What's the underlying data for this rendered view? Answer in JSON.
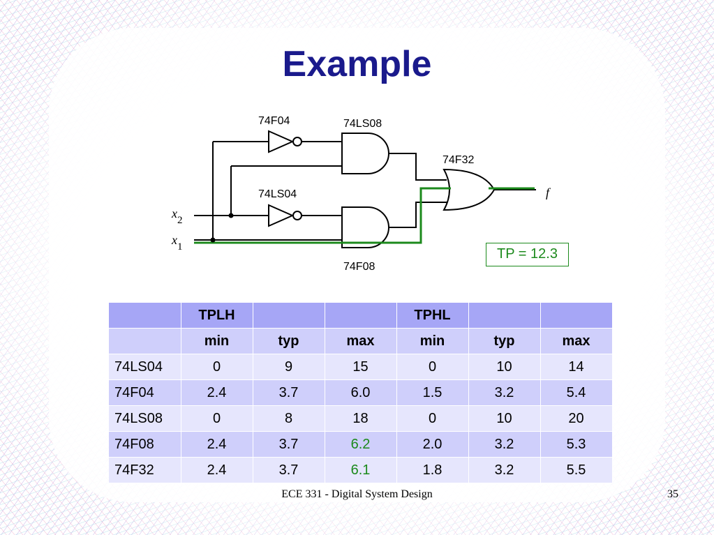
{
  "slide": {
    "title": "Example",
    "footer": "ECE 331 - Digital System Design",
    "page_number": "35"
  },
  "circuit": {
    "gate_labels": {
      "inv_top": "74F04",
      "and_top": "74LS08",
      "or_gate": "74F32",
      "inv_bottom": "74LS04",
      "and_bottom": "74F08"
    },
    "inputs": {
      "x2_var": "x",
      "x2_sub": "2",
      "x1_var": "x",
      "x1_sub": "1"
    },
    "output": "f",
    "critical_path_color": "#1c8a1c",
    "tp_label": "TP = 12.3"
  },
  "table": {
    "header_row1": [
      "",
      "TPLH",
      "",
      "",
      "TPHL",
      "",
      ""
    ],
    "header_row2": [
      "",
      "min",
      "typ",
      "max",
      "min",
      "typ",
      "max"
    ],
    "rows": [
      [
        "74LS04",
        "0",
        "9",
        "15",
        "0",
        "10",
        "14"
      ],
      [
        "74F04",
        "2.4",
        "3.7",
        "6.0",
        "1.5",
        "3.2",
        "5.4"
      ],
      [
        "74LS08",
        "0",
        "8",
        "18",
        "0",
        "10",
        "20"
      ],
      [
        "74F08",
        "2.4",
        "3.7",
        "6.2",
        "2.0",
        "3.2",
        "5.3"
      ],
      [
        "74F32",
        "2.4",
        "3.7",
        "6.1",
        "1.8",
        "3.2",
        "5.5"
      ]
    ],
    "highlight_color": "#1c8a1c"
  }
}
